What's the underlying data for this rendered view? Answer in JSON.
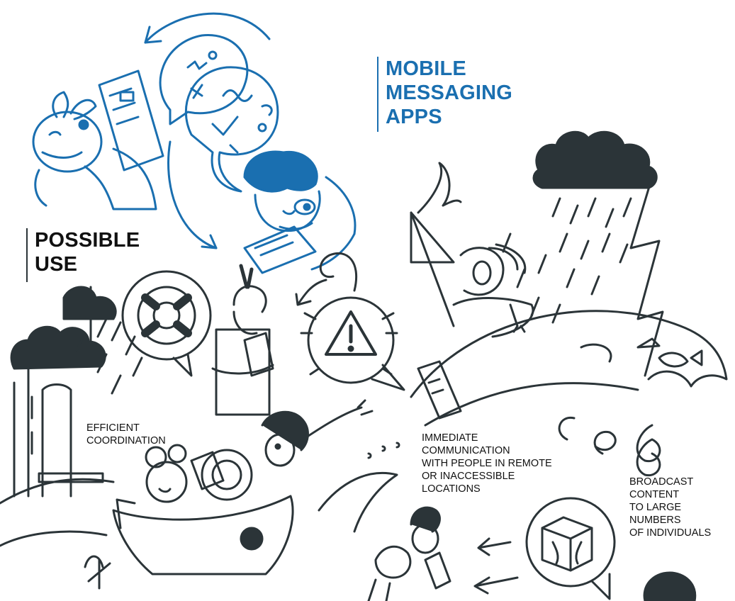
{
  "colors": {
    "accent_blue": "#1a6fb0",
    "ink": "#2b3438",
    "text": "#111111"
  },
  "heading_mobile": "MOBILE\nMESSAGING\nAPPS",
  "heading_possible": "POSSIBLE\nUSE",
  "captions": {
    "efficient": "EFFICIENT\nCOORDINATION",
    "immediate": "IMMEDIATE\nCOMMUNICATION\nWITH PEOPLE IN REMOTE\nOR INACCESSIBLE\nLOCATIONS",
    "broadcast": "BROADCAST\nCONTENT\nTO LARGE\nNUMBERS\nOF INDIVIDUALS"
  }
}
